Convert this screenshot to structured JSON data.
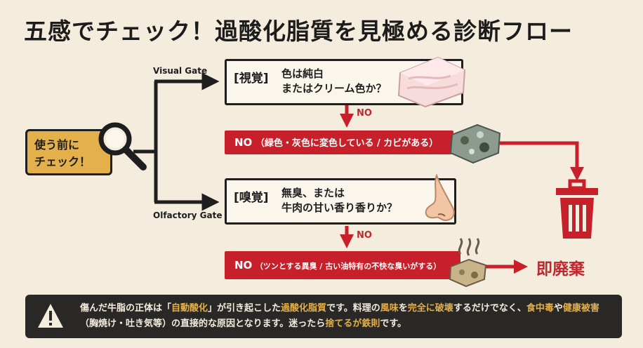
{
  "title": "五感でチェック！過酸化脂質を見極める診断フロー",
  "start": {
    "line1": "使う前に",
    "line2": "チェック！"
  },
  "gates": {
    "visual": "Visual Gate",
    "olfactory": "Olfactory Gate"
  },
  "visual_question": {
    "tag": "[視覚]",
    "line1": "色は純白",
    "line2": "またはクリーム色か？"
  },
  "smell_question": {
    "tag": "[嗅覚]",
    "line1": "無臭、または",
    "line2": "牛肉の甘い香り香りか？"
  },
  "no_label": "NO",
  "visual_fail": {
    "no": "NO",
    "text": "（緑色・灰色に変色している / カビがある）"
  },
  "smell_fail": {
    "no": "NO",
    "text": "（ツンとする異臭 / 古い油特有の不快な臭いがする）"
  },
  "result": "即廃棄",
  "notice": {
    "p1": "傷んだ牛脂の正体は「",
    "h1": "自動酸化",
    "p2": "」が引き起こした",
    "h2": "過酸化脂質",
    "p3": "です。料理の",
    "h3": "風味",
    "p4": "を",
    "h4": "完全に破壊",
    "p5": "するだけでなく、",
    "h5": "食中毒",
    "p6": "や",
    "h6": "健康被害",
    "p7": "（胸焼け・吐き気等）の直接的な原因となります。迷ったら",
    "h7": "捨てるが鉄則",
    "p8": "です。"
  },
  "colors": {
    "background": "#f4ecdd",
    "accent_red": "#c8202a",
    "accent_gold": "#e3b04b",
    "dark": "#2a2826"
  },
  "icons": [
    "magnifier-icon",
    "white-fat-icon",
    "moldy-fat-icon",
    "nose-icon",
    "smelly-fat-icon",
    "trash-icon",
    "warning-icon"
  ]
}
